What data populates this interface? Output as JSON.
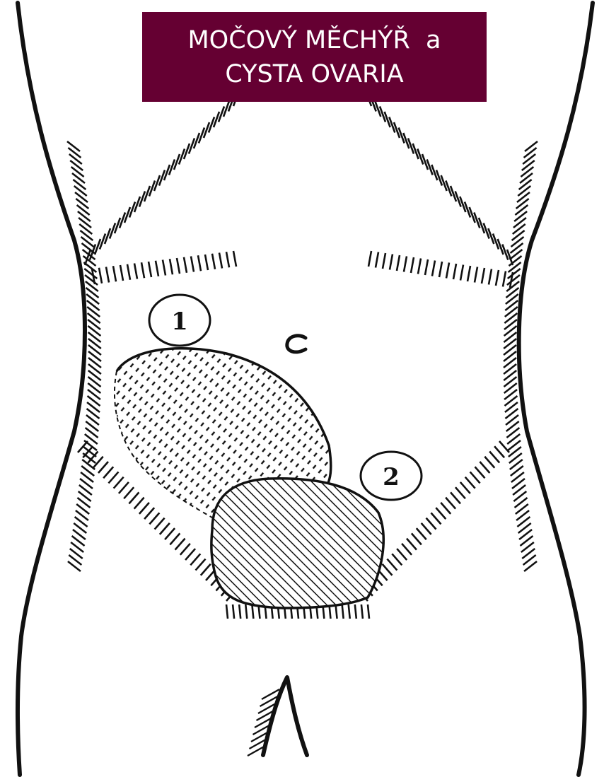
{
  "title": {
    "line1": "MOČOVÝ MĚCHÝŘ  a",
    "line2": "CYSTA OVARIA",
    "background": "#650032",
    "text_color": "#ffffff"
  },
  "labels": {
    "one": "1",
    "two": "2",
    "c_mark": "c"
  },
  "colors": {
    "ink": "#111111",
    "paper": "#ffffff"
  }
}
